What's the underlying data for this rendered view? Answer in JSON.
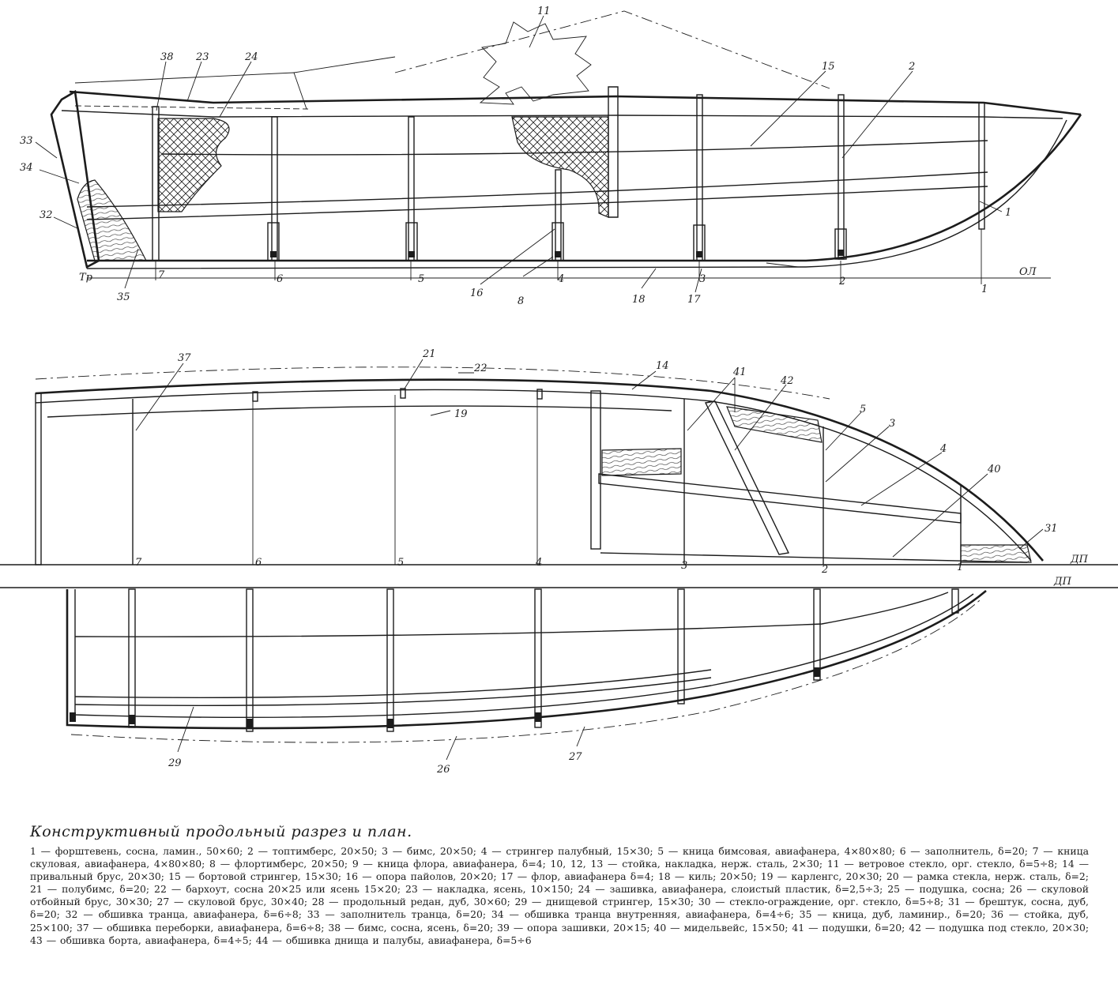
{
  "title": "Конструктивный продольный разрез и план.",
  "legend": "1 — форштевень, сосна, ламин., 50×60; 2 — топтимберс, 20×50; 3 — бимс, 20×50; 4 — стрингер палубный, 15×30; 5 — кница бимсовая, авиафанера, 4×80×80; 6 — заполнитель, δ=20; 7 — кница скуловая, авиафанера, 4×80×80; 8 — флортимберс, 20×50; 9 — кница флора, авиафанера, δ=4; 10, 12, 13 — стойка, накладка, нерж. сталь, 2×30; 11 — ветровое стекло, орг. стекло, δ=5÷8; 14 — привальный брус, 20×30; 15 — бортовой стрингер, 15×30; 16 — опора пайолов, 20×20; 17 — флор, авиафанера δ=4; 18 — киль; 20×50; 19 — карленгс, 20×30; 20 — рамка стекла, нерж. сталь, δ=2; 21 — полубимс, δ=20; 22 — бархоут, сосна 20×25 или ясень 15×20; 23 — накладка, ясень, 10×150; 24 — зашивка, авиафанера, слоистый пластик, δ=2,5÷3; 25 — подушка, сосна; 26 — скуловой отбойный брус, 30×30; 27 — скуловой брус, 30×40; 28 — продольный редан, дуб, 30×60; 29 — днищевой стрингер, 15×30; 30 — стекло-ограждение, орг. стекло, δ=5÷8; 31 — брештук, сосна, дуб, δ=20; 32 — обшивка транца, авиафанера, δ=6÷8; 33 — заполнитель транца, δ=20; 34 — обшивка транца внутренняя, авиафанера, δ=4÷6; 35 — кница, дуб, ламинир., δ=20; 36 — стойка, дуб, 25×100; 37 — обшивка переборки, авиафанера, δ=6÷8; 38 — бимс, сосна, ясень, δ=20; 39 — опора зашивки, 20×15; 40 — мидельвейс, 15×50; 41 — подушки, δ=20; 42 — подушка под стекло, 20×30; 43 — обшивка борта, авиафанера, δ=4÷5; 44 — обшивка днища и палубы, авиафанера, δ=5÷6",
  "profile": {
    "callouts": [
      "38",
      "23",
      "24",
      "11",
      "15",
      "2",
      "33",
      "34",
      "32",
      "1",
      "16",
      "8",
      "18",
      "17",
      "35"
    ],
    "frames": [
      "7",
      "6",
      "5",
      "4",
      "3",
      "2",
      "1"
    ],
    "transom": "Тр",
    "baseline": "ОЛ"
  },
  "deck_plan": {
    "callouts": [
      "37",
      "21",
      "22",
      "14",
      "41",
      "42",
      "5",
      "3",
      "4",
      "40",
      "19",
      "31"
    ],
    "frames": [
      "7",
      "6",
      "5",
      "4",
      "3",
      "2",
      "1"
    ],
    "centerline": "ДП"
  },
  "bottom_plan": {
    "callouts": [
      "29",
      "26",
      "27"
    ],
    "centerline": "ДП"
  }
}
